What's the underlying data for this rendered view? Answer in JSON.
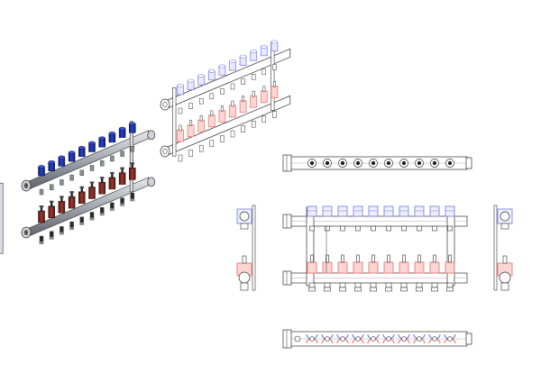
{
  "diagram": {
    "outlet_count": 10,
    "views": [
      {
        "id": "iso-color",
        "kind": "isometric rendered"
      },
      {
        "id": "iso-outline",
        "kind": "isometric outline"
      },
      {
        "id": "top",
        "kind": "top view"
      },
      {
        "id": "front",
        "kind": "front view"
      },
      {
        "id": "side-left",
        "kind": "left side view"
      },
      {
        "id": "side-right",
        "kind": "right side view"
      },
      {
        "id": "bottom",
        "kind": "bottom view"
      }
    ],
    "colors": {
      "supply_cap": "#1a2ea8",
      "supply_cap_outline": "#7f86e6",
      "return_valve": "#8a2a22",
      "return_valve_outline": "#f07a72",
      "pipe": "#b8bcc4",
      "pipe_dark": "#5a5f66",
      "line": "#333333",
      "fitting_black": "#222222"
    }
  }
}
